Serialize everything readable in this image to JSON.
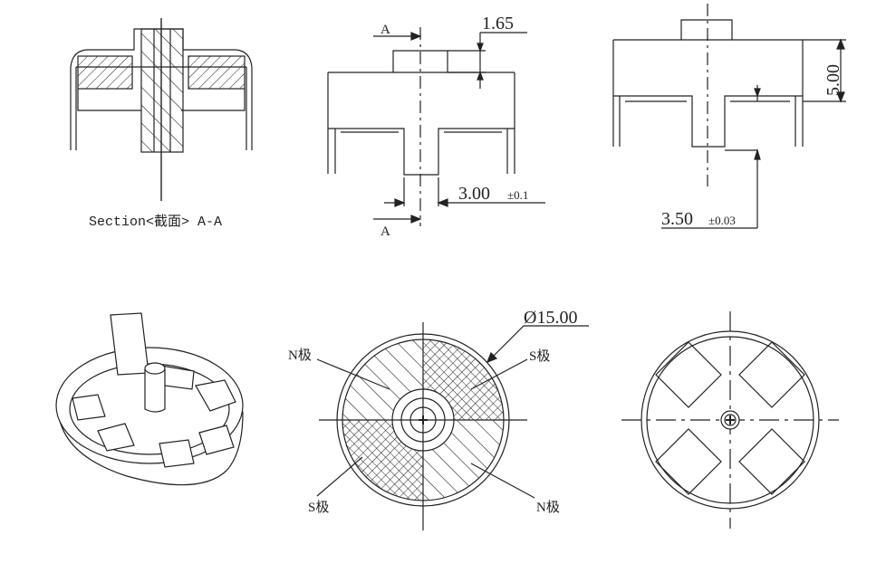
{
  "section_view": {
    "caption": "Section<截面>  A-A"
  },
  "front_view": {
    "cut_label_top": "A",
    "cut_label_bottom": "A",
    "dim_top": "1.65",
    "dim_shaft_value": "3.00",
    "dim_shaft_tol": "±0.1"
  },
  "side_view": {
    "dim_height": "5.00",
    "dim_bottom_value": "3.50",
    "dim_bottom_tol": "±0.03"
  },
  "top_view_poles": {
    "diameter": "Ø15.00",
    "n_pole_top": "N极",
    "s_pole_top": "S极",
    "s_pole_bottom": "S极",
    "n_pole_bottom": "N极"
  },
  "colors": {
    "line": "#222222",
    "background": "#ffffff"
  }
}
